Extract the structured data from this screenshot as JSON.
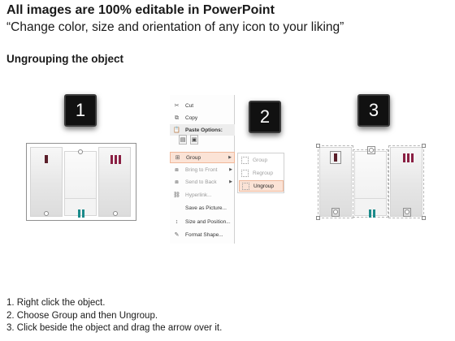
{
  "header": {
    "title": "All images are 100% editable in PowerPoint",
    "subtitle": "“Change color, size and orientation of any icon to your liking”",
    "section": "Ungrouping the object"
  },
  "badges": [
    "1",
    "2",
    "3"
  ],
  "context_menu": {
    "items": [
      {
        "label": "Cut",
        "icon": "scissors-icon",
        "state": "normal"
      },
      {
        "label": "Copy",
        "icon": "copy-icon",
        "state": "normal"
      },
      {
        "label": "Paste Options:",
        "icon": "paste-icon",
        "state": "header"
      },
      {
        "label": "Group",
        "icon": "group-icon",
        "state": "highlighted",
        "submenu": true
      },
      {
        "label": "Bring to Front",
        "icon": "bring-front-icon",
        "state": "disabled",
        "submenu": true
      },
      {
        "label": "Send to Back",
        "icon": "send-back-icon",
        "state": "disabled",
        "submenu": true
      },
      {
        "label": "Hyperlink...",
        "icon": "hyperlink-icon",
        "state": "disabled"
      },
      {
        "label": "Save as Picture...",
        "icon": "save-picture-icon",
        "state": "normal"
      },
      {
        "label": "Size and Position...",
        "icon": "size-icon",
        "state": "normal"
      },
      {
        "label": "Format Shape...",
        "icon": "format-shape-icon",
        "state": "normal"
      }
    ]
  },
  "submenu": {
    "items": [
      {
        "label": "Group",
        "state": "disabled"
      },
      {
        "label": "Regroup",
        "state": "disabled"
      },
      {
        "label": "Ungroup",
        "state": "highlighted"
      }
    ]
  },
  "steps": [
    "1.  Right click the object.",
    "2.  Choose Group and then Ungroup.",
    "3.  Click beside the object and drag the arrow over it."
  ],
  "colors": {
    "badge": "#111111",
    "maroon": "#5a1f2a",
    "magenta": "#8a1f43",
    "teal": "#1c8b8b",
    "highlight": "#fbe3d6"
  }
}
